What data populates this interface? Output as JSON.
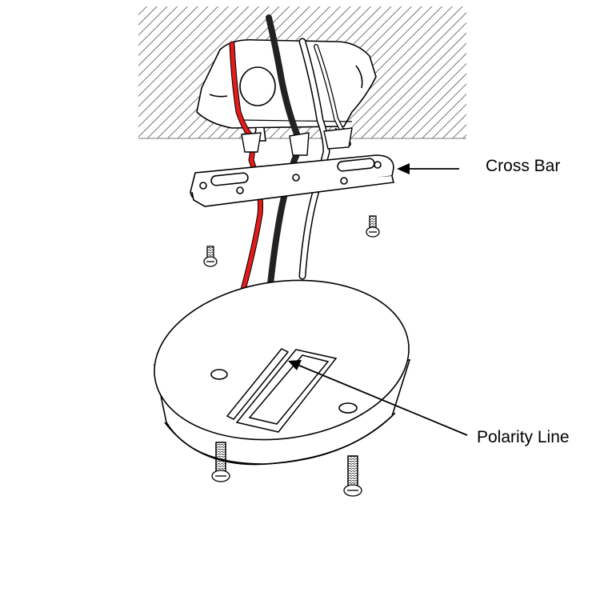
{
  "diagram": {
    "labels": {
      "cross_bar": "Cross Bar",
      "polarity_line": "Polarity Line"
    },
    "colors": {
      "line": "#000000",
      "hot_wire": "#e41b1b",
      "neutral_wire": "#222222",
      "ground_wire": "#ffffff",
      "hatch": "#555555",
      "background": "#ffffff"
    },
    "components": [
      "ceiling",
      "junction-box",
      "red-wire",
      "black-wire",
      "white-wire",
      "cross-bar",
      "base-plate",
      "polarity-slot",
      "mounting-screws"
    ]
  }
}
